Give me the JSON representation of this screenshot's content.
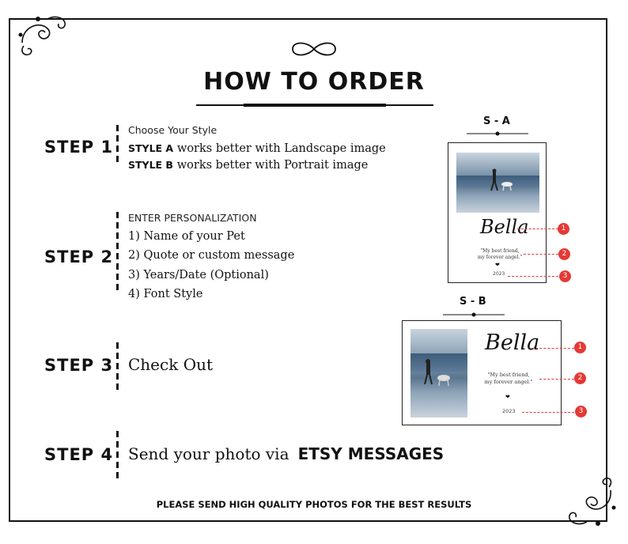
{
  "title": "HOW TO ORDER",
  "steps": [
    {
      "label": "STEP 1",
      "heading": "Choose Your Style",
      "lines": [
        {
          "key": "STYLE A",
          "text": "works better with Landscape image"
        },
        {
          "key": "STYLE B",
          "text": "works better with Portrait image"
        }
      ]
    },
    {
      "label": "STEP 2",
      "heading": "ENTER PERSONALIZATION",
      "items": [
        "1) Name of your Pet",
        "2) Quote or custom message",
        "3) Years/Date (Optional)",
        "4) Font Style"
      ]
    },
    {
      "label": "STEP 3",
      "text": "Check Out"
    },
    {
      "label": "STEP 4",
      "text": "Send your photo via",
      "emphasis": "ETSY MESSAGES"
    }
  ],
  "samples": {
    "a": {
      "label": "S - A",
      "name": "Bella",
      "quote_line1": "\"My best friend,",
      "quote_line2": "my forever angel.\"",
      "year": "2023",
      "callouts": [
        "1",
        "2",
        "3"
      ]
    },
    "b": {
      "label": "S - B",
      "name": "Bella",
      "quote_line1": "\"My best friend,",
      "quote_line2": "my forever angel.\"",
      "year": "2023",
      "callouts": [
        "1",
        "2",
        "3"
      ]
    }
  },
  "footer": "PLEASE SEND HIGH QUALITY PHOTOS FOR THE BEST RESULTS",
  "colors": {
    "accent": "#e53935",
    "ink": "#111111"
  },
  "icons": [
    "infinity-ornament-icon",
    "corner-flourish-icon",
    "heart-icon"
  ]
}
